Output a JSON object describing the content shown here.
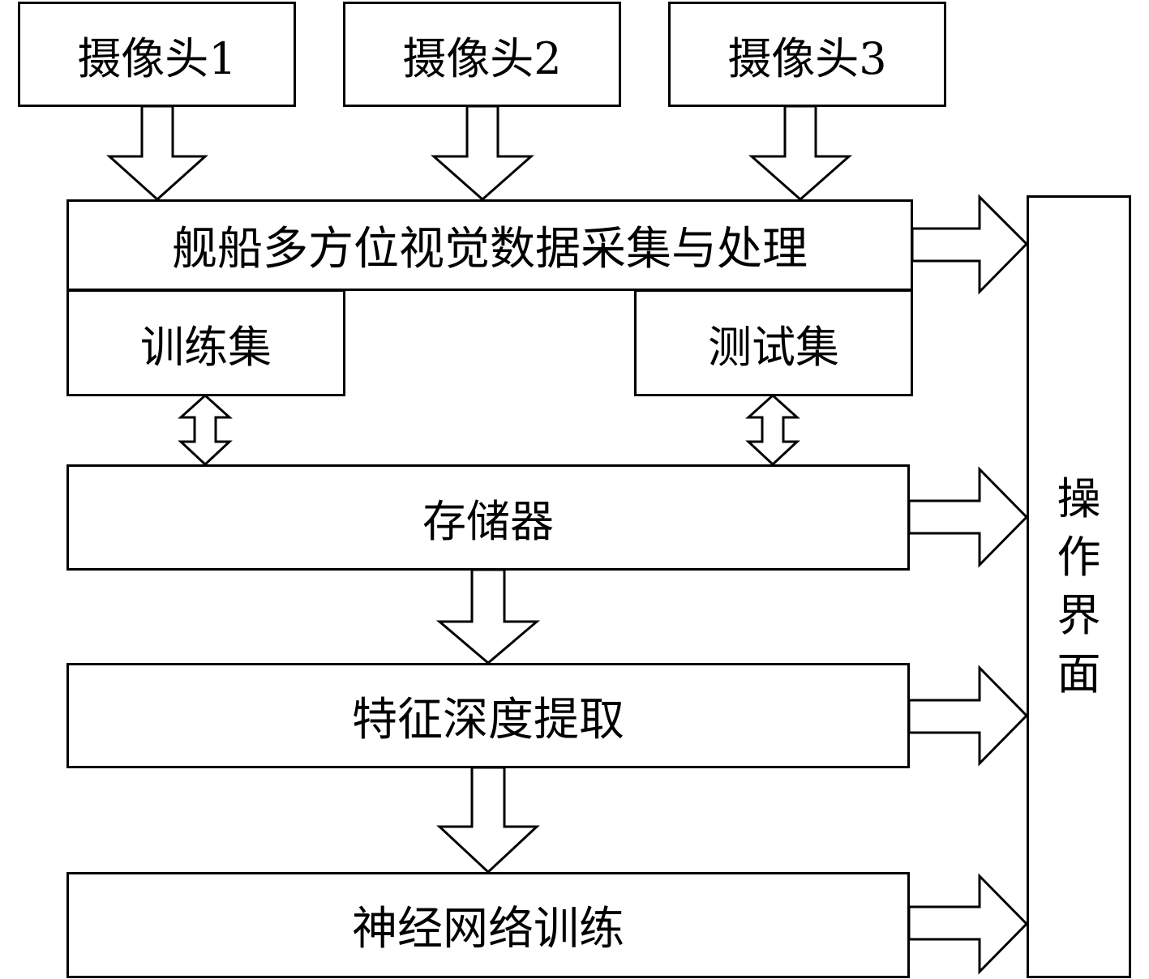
{
  "cameras": [
    {
      "label": "摄像头1"
    },
    {
      "label": "摄像头2"
    },
    {
      "label": "摄像头3"
    }
  ],
  "acquisition": {
    "label": "舰船多方位视觉数据采集与处理"
  },
  "training_set": {
    "label": "训练集"
  },
  "test_set": {
    "label": "测试集"
  },
  "storage": {
    "label": "存储器"
  },
  "feature_extraction": {
    "label": "特征深度提取"
  },
  "nn_training": {
    "label": "神经网络训练"
  },
  "operation_ui": {
    "label": "操作界面",
    "chars": [
      "操",
      "作",
      "界",
      "面"
    ]
  }
}
